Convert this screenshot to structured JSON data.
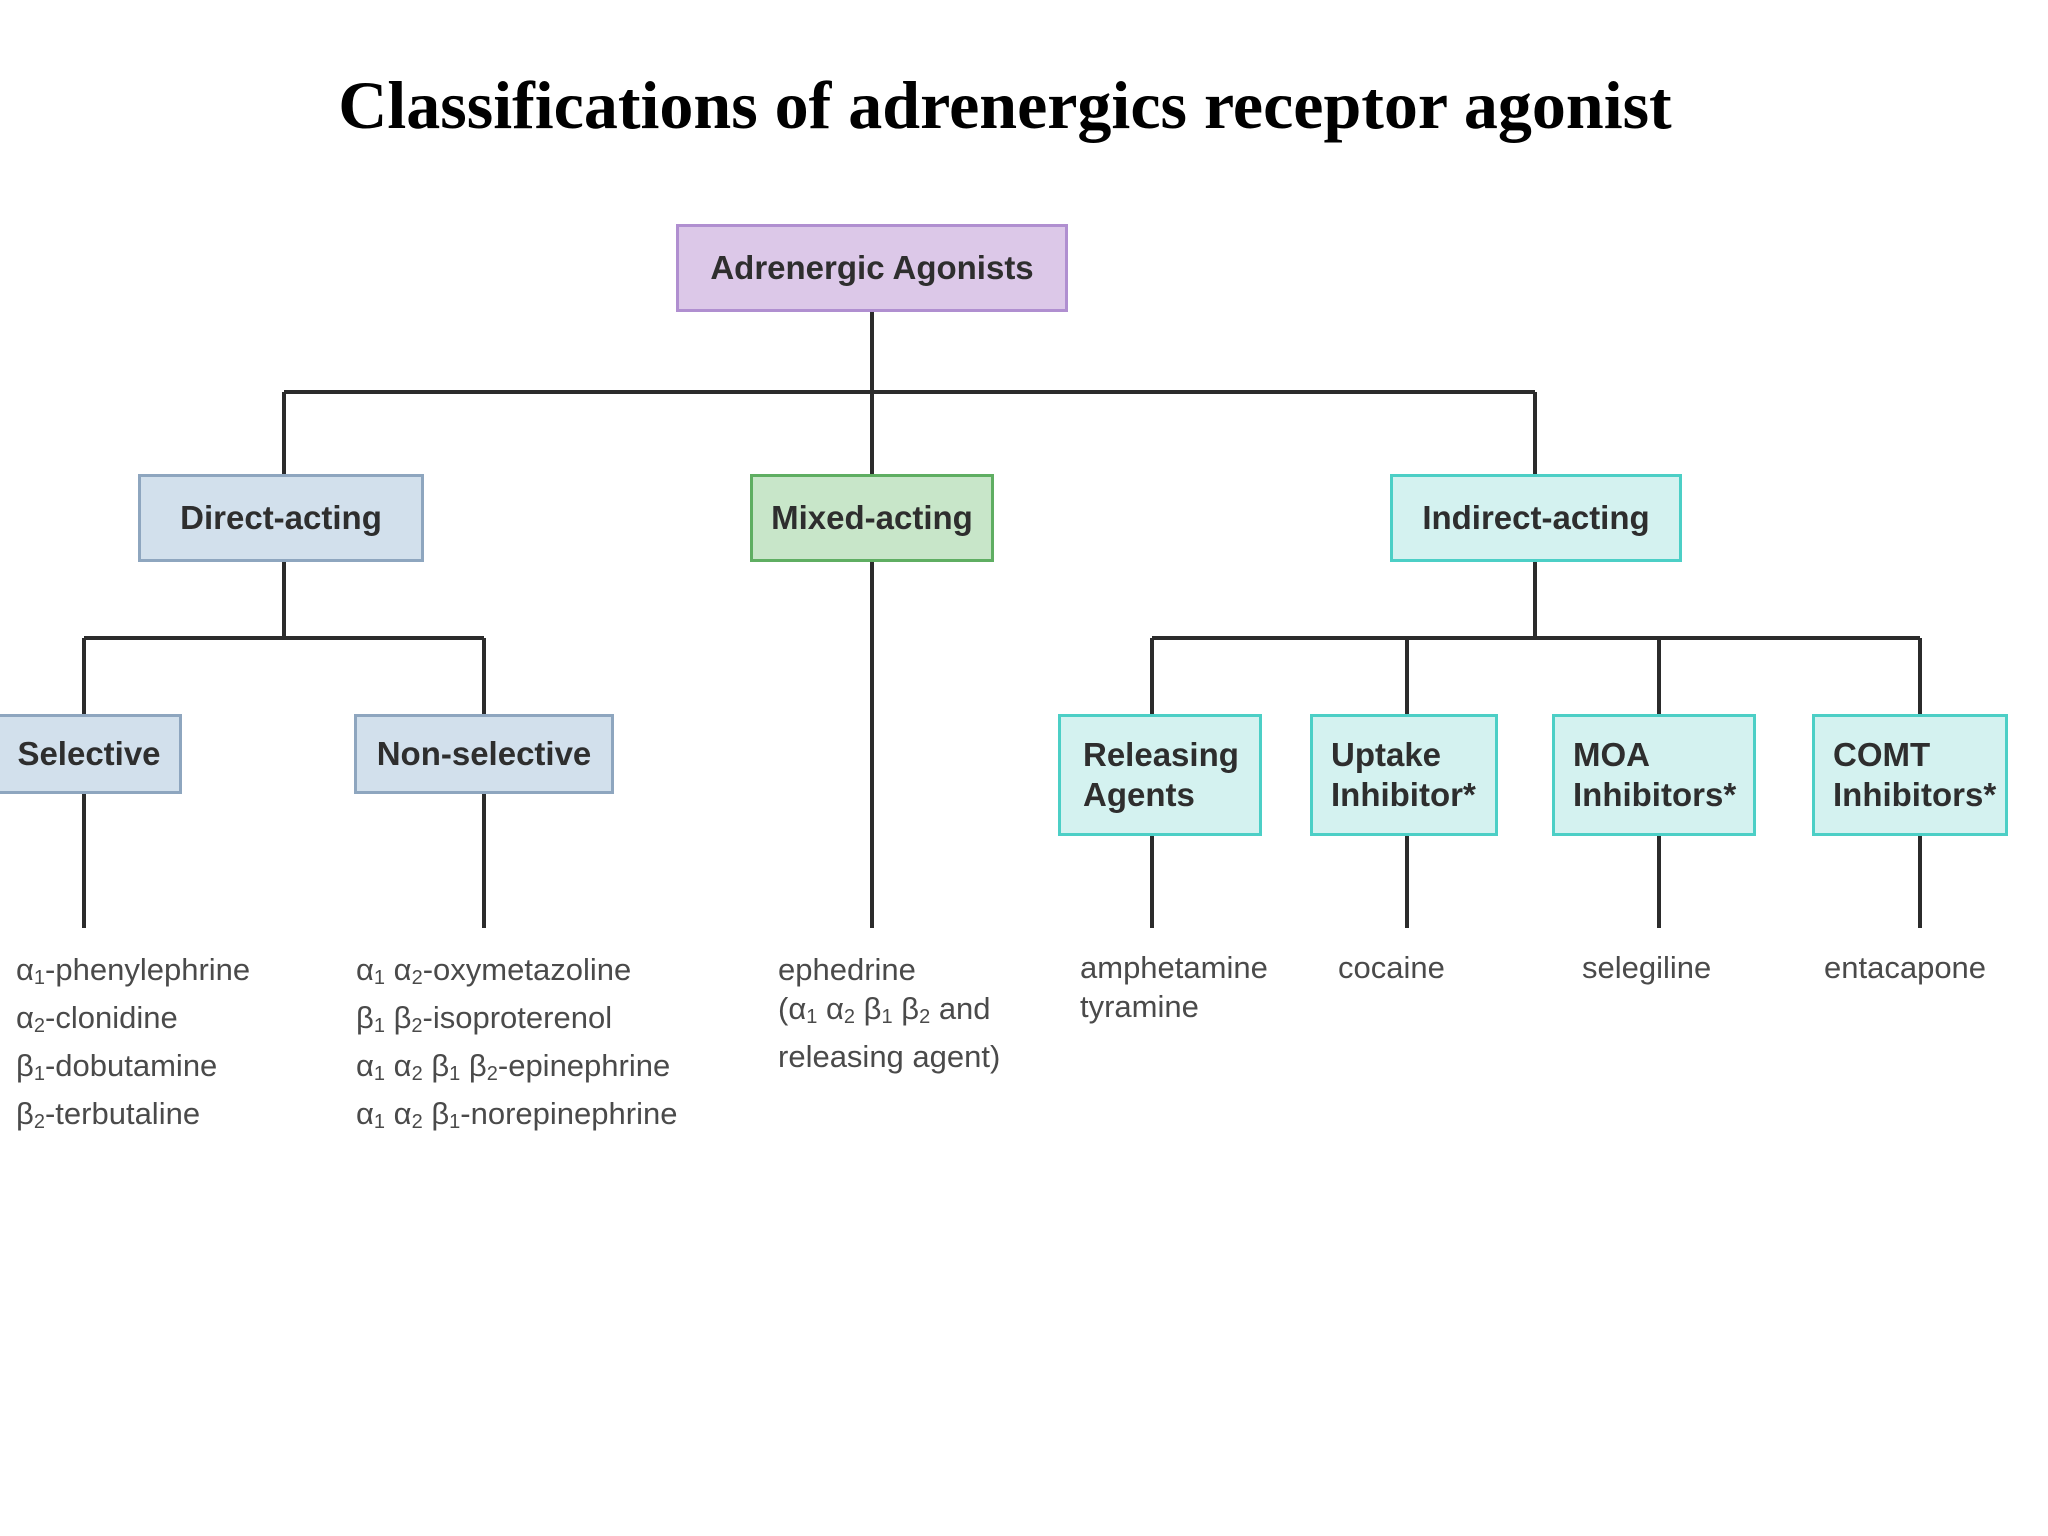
{
  "title": "Classifications of adrenergics receptor agonist",
  "colors": {
    "line": "#2b2b2b",
    "root_fill": "#dcc8e8",
    "root_border": "#b08fd0",
    "direct_fill": "#d2e0ec",
    "direct_border": "#8ea6bf",
    "mixed_fill": "#c8e6c9",
    "mixed_border": "#5fae62",
    "indirect_fill": "#d4f2f0",
    "indirect_border": "#4ccfc6"
  },
  "diagram": {
    "root": {
      "label": "Adrenergic Agonists"
    },
    "direct": {
      "label": "Direct-acting",
      "selective": {
        "label": "Selective",
        "examples": [
          "α1-phenylephrine",
          "α2-clonidine",
          "β1-dobutamine",
          "β2-terbutaline"
        ]
      },
      "nonselective": {
        "label": "Non-selective",
        "examples": [
          "α1 α2-oxymetazoline",
          "β1 β2-isoproterenol",
          "α1 α2 β1 β2-epinephrine",
          "α1 α2 β1-norepinephrine"
        ]
      }
    },
    "mixed": {
      "label": "Mixed-acting",
      "examples": [
        "ephedrine",
        "(α1 α2 β1 β2 and",
        "releasing agent)"
      ]
    },
    "indirect": {
      "label": "Indirect-acting",
      "releasing": {
        "line1": "Releasing",
        "line2": "Agents",
        "examples": [
          "amphetamine",
          "tyramine"
        ]
      },
      "uptake": {
        "line1": "Uptake",
        "line2": "Inhibitor*",
        "examples": [
          "cocaine"
        ]
      },
      "moa": {
        "line1": "MOA",
        "line2": "Inhibitors*",
        "examples": [
          "selegiline"
        ]
      },
      "comt": {
        "line1": "COMT",
        "line2": "Inhibitors*",
        "examples": [
          "entacapone"
        ]
      }
    }
  }
}
